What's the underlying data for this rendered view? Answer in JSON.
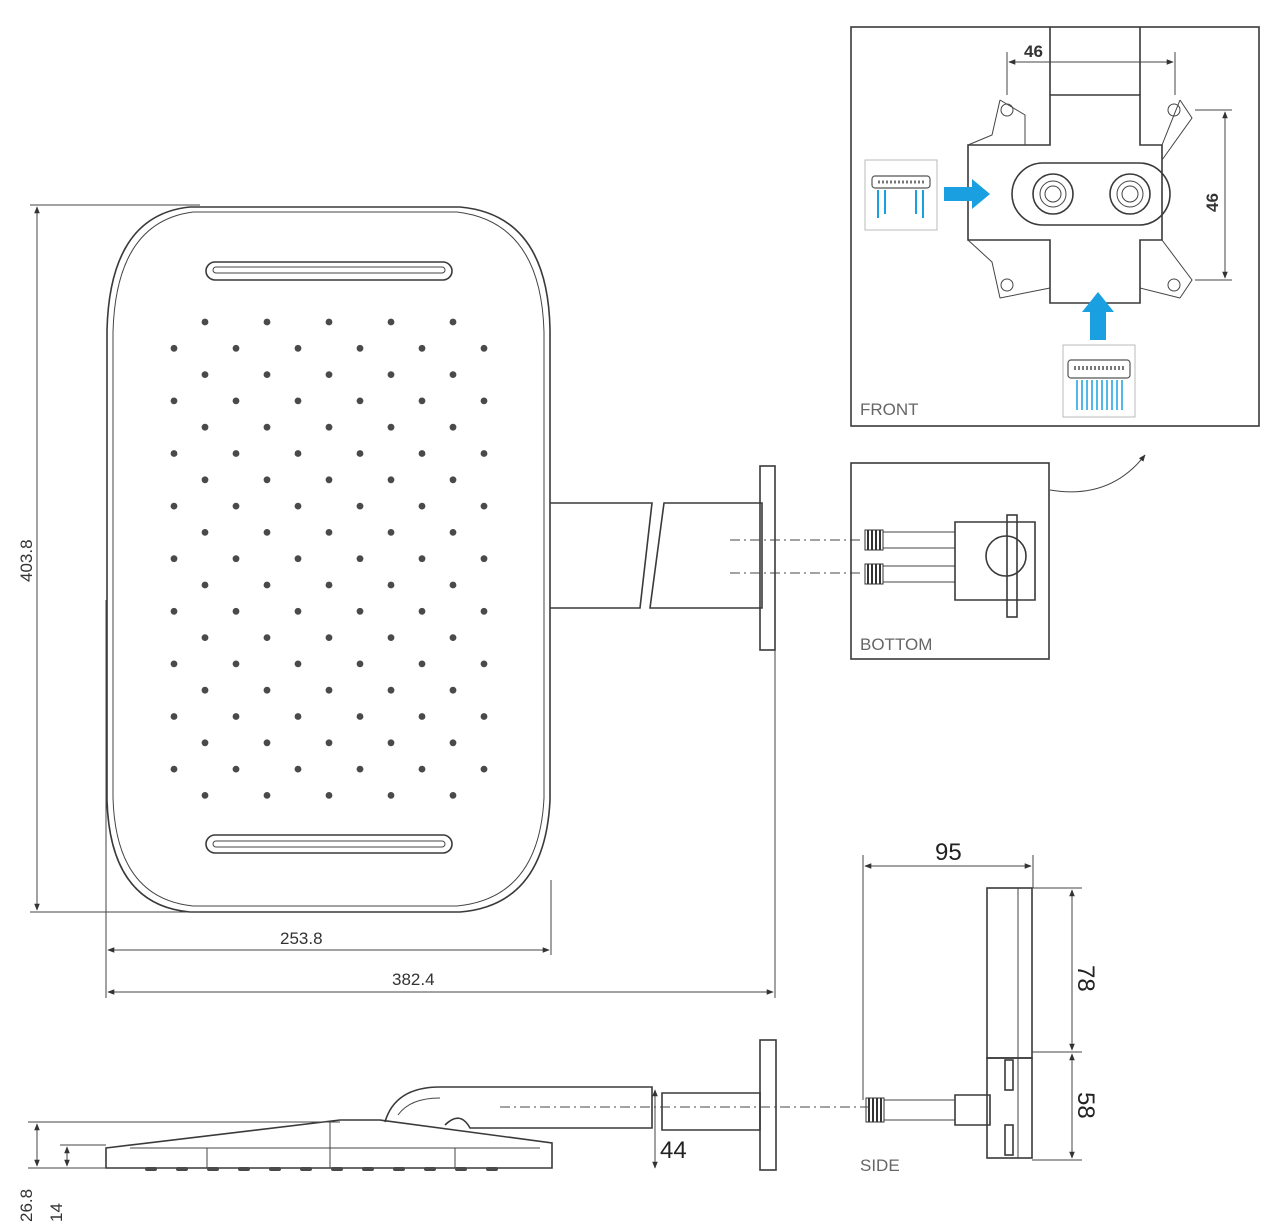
{
  "labels": {
    "front": "FRONT",
    "bottom": "BOTTOM",
    "side": "SIDE"
  },
  "dimensions": {
    "height": "403.8",
    "head_width": "253.8",
    "total_length": "382.4",
    "front_width": "46",
    "front_height": "46",
    "side_depth": "95",
    "side_upper": "78",
    "side_lower": "58",
    "arm_height": "44",
    "total_thickness": "26.8",
    "head_thickness": "14"
  },
  "colors": {
    "line": "#3a3a3a",
    "flow_arrow": "#1aa0e0"
  },
  "icons": [
    "rain-shower-icon",
    "waterfall-icon",
    "flow-arrow-icon"
  ]
}
